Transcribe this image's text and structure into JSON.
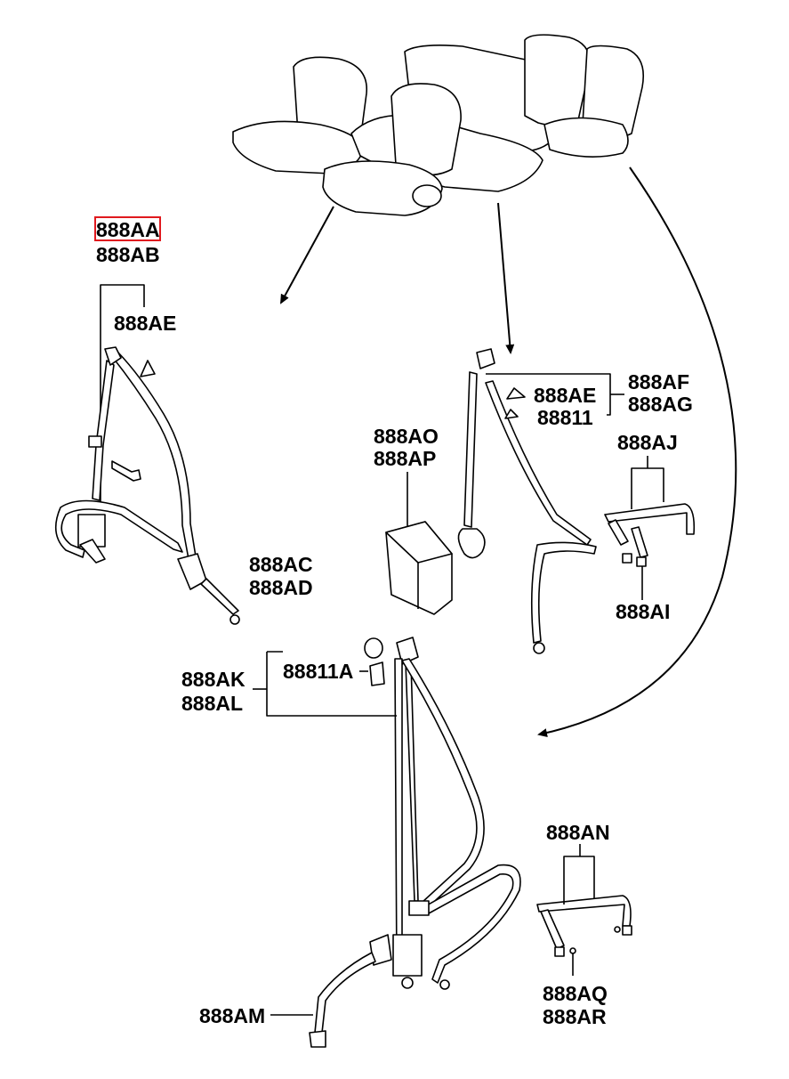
{
  "highlight_color": "#e0191e",
  "labels": {
    "aa": "888AA",
    "ab": "888AB",
    "ae_left": "888AE",
    "ac": "888AC",
    "ad": "888AD",
    "ae_right": "888AE",
    "p88811": "88811",
    "af": "888AF",
    "ag": "888AG",
    "aj": "888AJ",
    "ao": "888AO",
    "ap": "888AP",
    "ai": "888AI",
    "ak": "888AK",
    "al": "888AL",
    "p88811a": "88811A",
    "an": "888AN",
    "am": "888AM",
    "aq": "888AQ",
    "ar": "888AR"
  }
}
